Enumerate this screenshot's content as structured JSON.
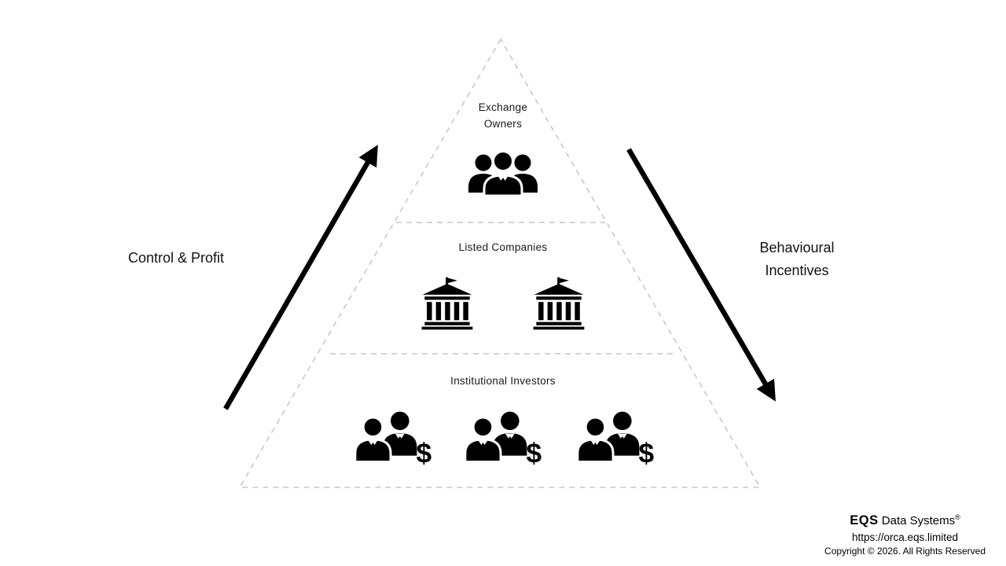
{
  "colors": {
    "ink": "#000000",
    "dashed_line": "#c6c6c6",
    "background": "#ffffff"
  },
  "pyramid": {
    "tiers": [
      {
        "label": "Exchange Owners",
        "icon": "people-group"
      },
      {
        "label": "Listed Companies",
        "icon": "bank-building"
      },
      {
        "label": "Institutional Investors",
        "icon": "investor-group-dollar"
      }
    ]
  },
  "annotations": {
    "left_arrow_label": "Control & Profit",
    "right_arrow_label": "Behavioural Incentives"
  },
  "icons": {
    "dollar_sign": "$"
  },
  "footer": {
    "brand_logo": "EQS",
    "brand_name": "Data Systems",
    "registered_mark": "®",
    "url": "https://orca.eqs.limited",
    "copyright": "Copyright © 2026. All Rights Reserved"
  }
}
